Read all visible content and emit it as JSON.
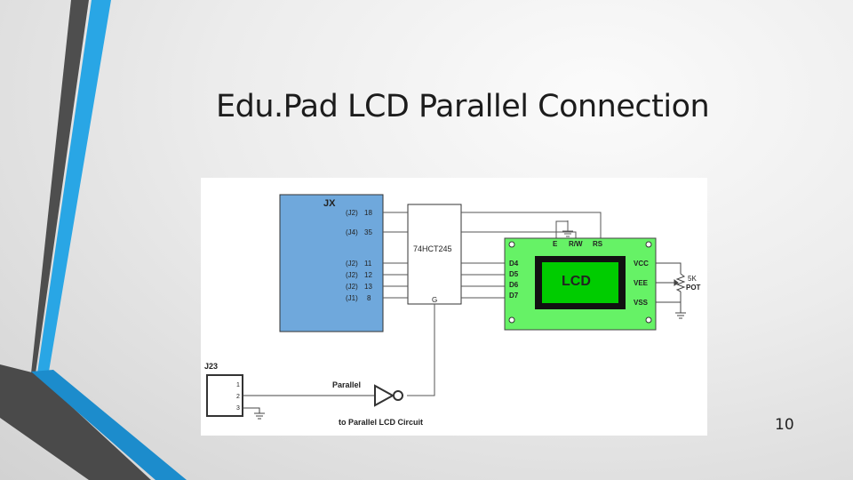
{
  "slide": {
    "title": "Edu.Pad LCD Parallel Connection",
    "page_number": "10"
  },
  "diagram": {
    "jx": {
      "label": "JX",
      "pins": [
        "(J2)",
        "(J4)",
        "(J2)",
        "(J2)",
        "(J2)",
        "(J1)"
      ],
      "pin_numbers": [
        "18",
        "35",
        "11",
        "12",
        "13",
        "8"
      ]
    },
    "buffer": {
      "label": "74HCT245",
      "gate_label": "G"
    },
    "lcd": {
      "screen_text": "LCD",
      "top_pins": [
        "E",
        "R/W",
        "RS"
      ],
      "data_pins": [
        "D4",
        "D5",
        "D6",
        "D7"
      ],
      "power_pins": [
        "VCC",
        "VEE",
        "VSS"
      ]
    },
    "pot": {
      "value": "5K",
      "label": "POT"
    },
    "j23": {
      "label": "J23",
      "pins": [
        "1",
        "2",
        "3"
      ]
    },
    "inverter_label": "Parallel",
    "circuit_label": "to Parallel LCD Circuit"
  },
  "colors": {
    "jx_fill": "#6fa8dc",
    "lcd_fill": "#66f266",
    "lcd_screen": "#00cc00",
    "accent_blue": "#1e9ad6",
    "accent_gray": "#555555"
  }
}
